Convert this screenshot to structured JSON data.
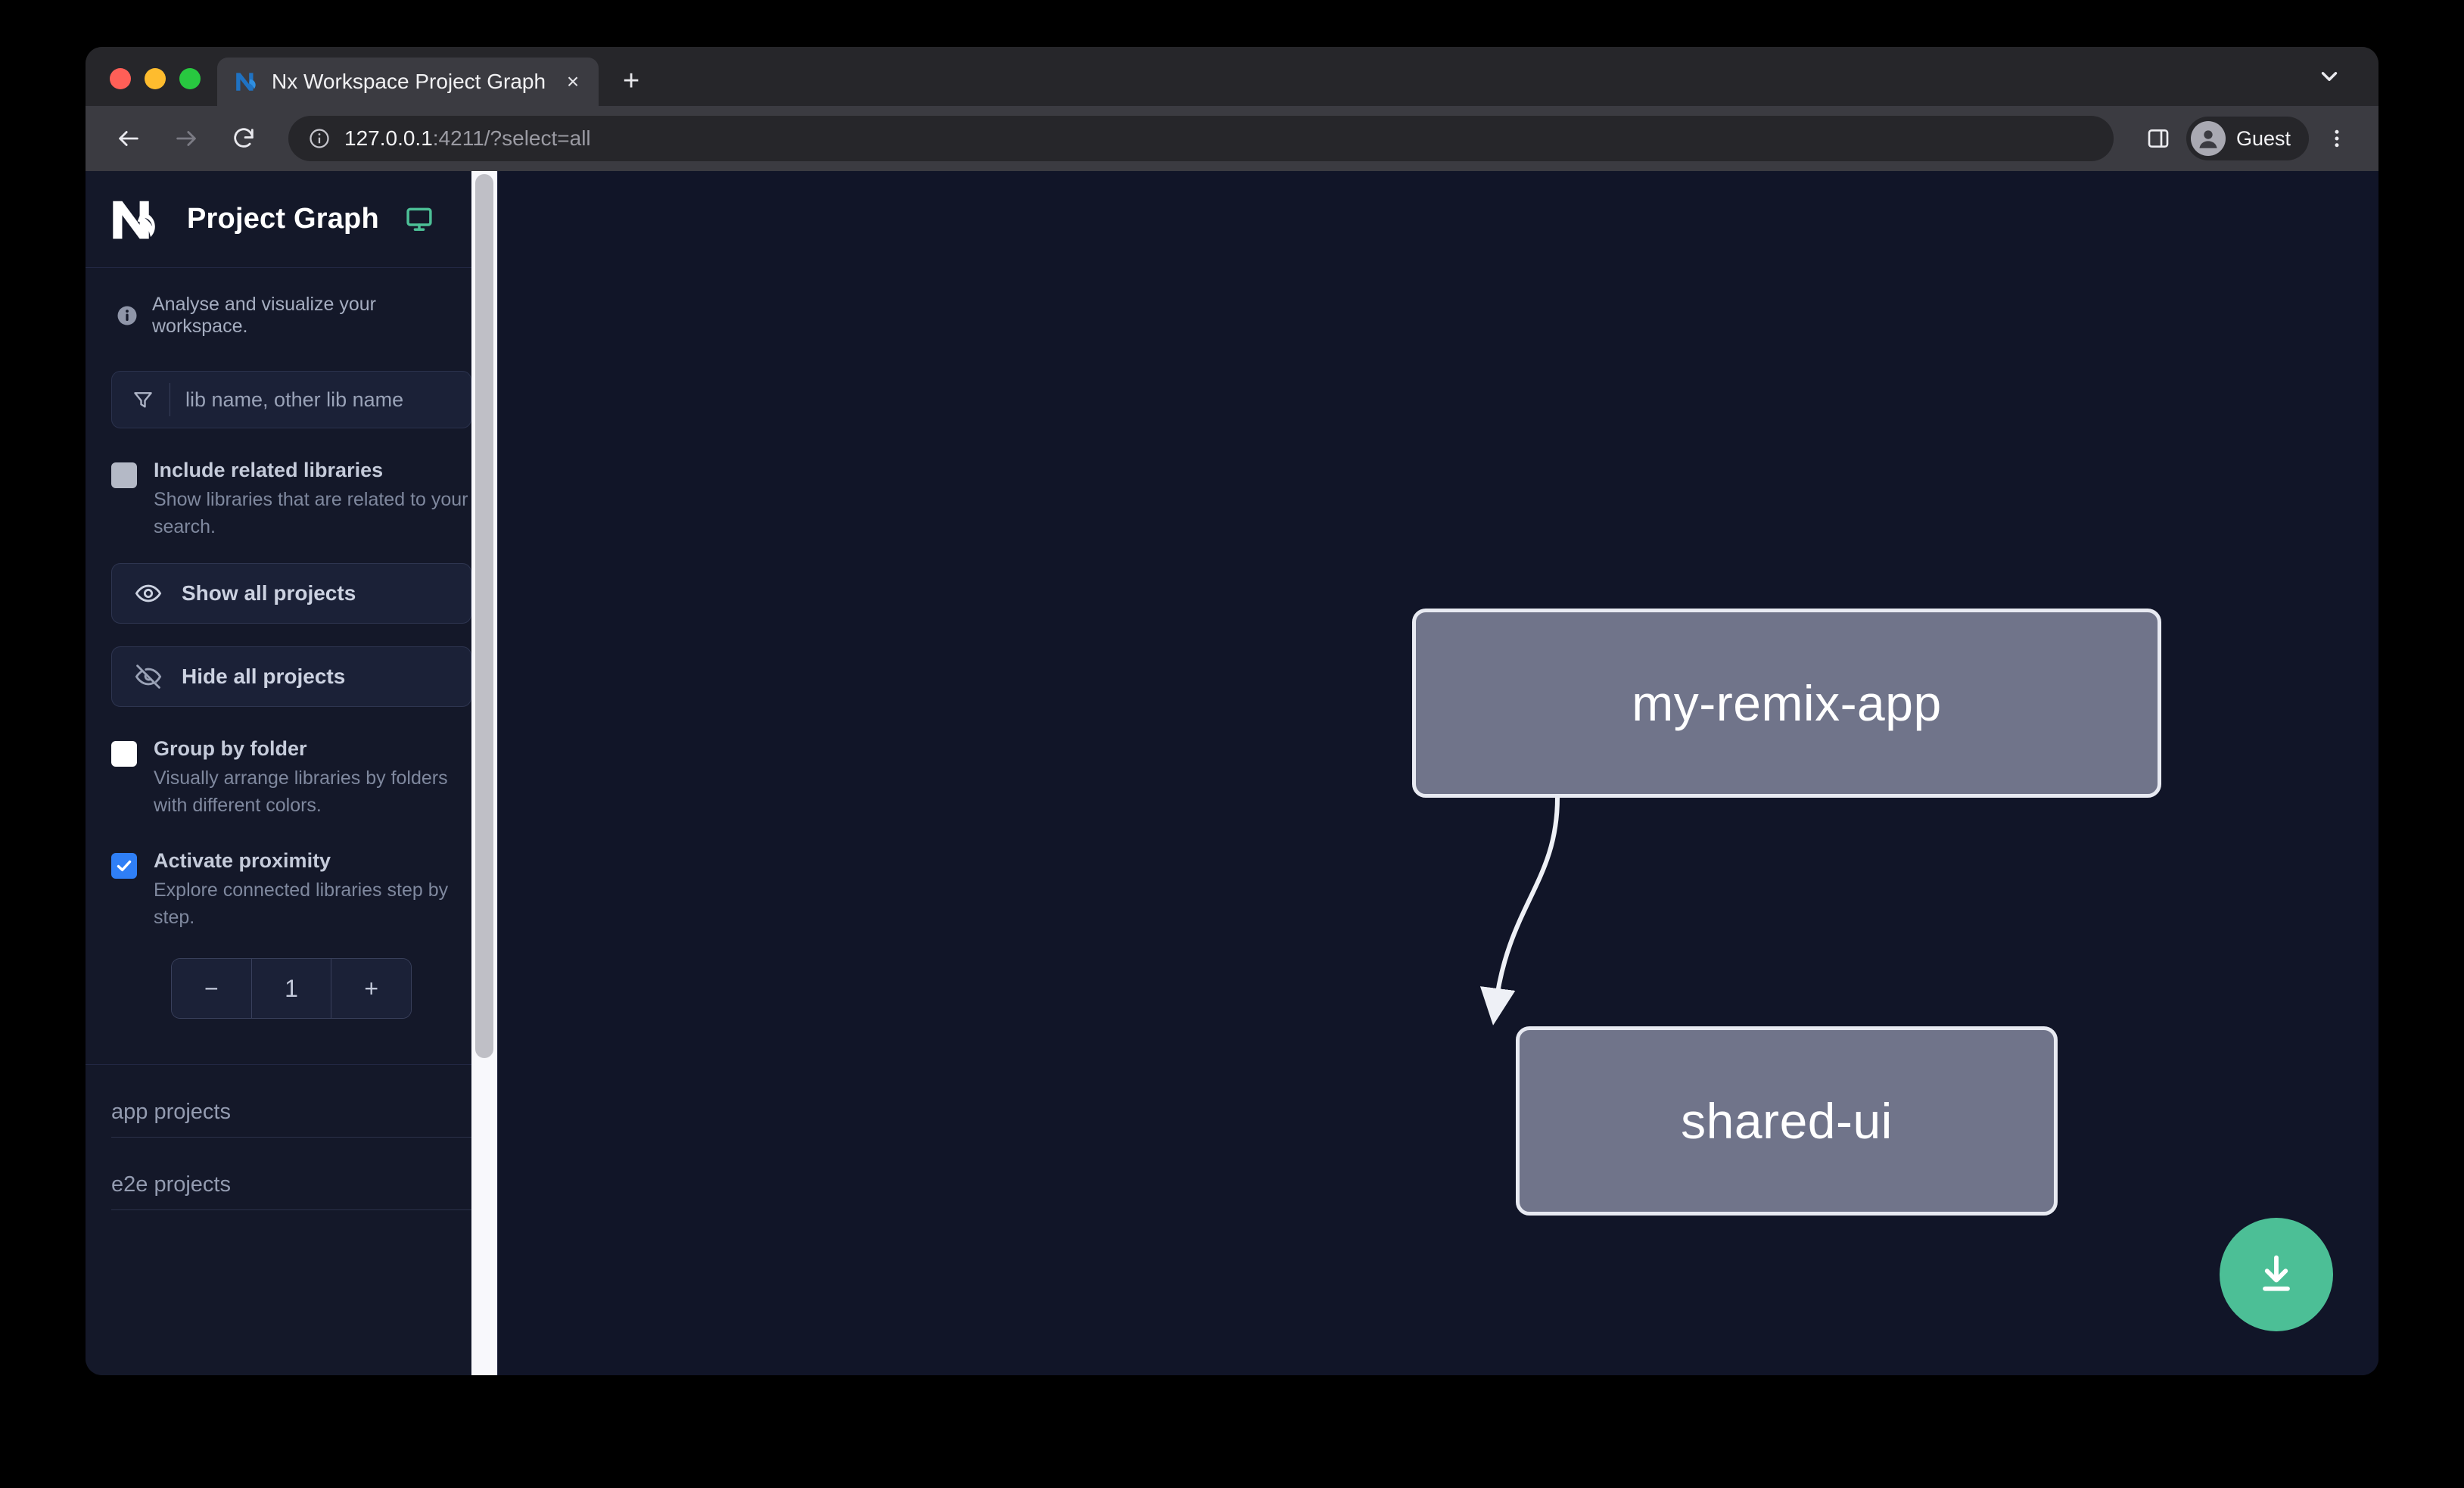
{
  "browser": {
    "tab": {
      "title": "Nx Workspace Project Graph",
      "favicon": "nx-favicon-icon",
      "close": "×"
    },
    "new_tab_label": "+",
    "toolbar": {
      "back": "←",
      "forward": "→",
      "reload": "↻",
      "url_host": "127.0.0.1",
      "url_rest": ":4211/?select=all",
      "full_url": "127.0.0.1:4211/?select=all",
      "profile_name": "Guest",
      "site_info_icon": "info-circle-icon",
      "side_panel_icon": "side-panel-icon",
      "menu_icon": "three-dot-menu-icon"
    },
    "tabstrip_chevron": "chevron-down-icon"
  },
  "sidebar": {
    "title": "Project Graph",
    "logo": "nx-logo-icon",
    "monitor_icon": "monitor-icon",
    "tagline": "Analyse and visualize your workspace.",
    "tagline_icon": "info-icon",
    "filter": {
      "placeholder": "lib name, other lib name",
      "value": "",
      "icon": "funnel-icon"
    },
    "options": [
      {
        "id": "include-related-libraries",
        "title": "Include related libraries",
        "desc": "Show libraries that are related to your search.",
        "state": "disabled"
      },
      {
        "id": "group-by-folder",
        "title": "Group by folder",
        "desc": "Visually arrange libraries by folders with different colors.",
        "state": "unchecked"
      },
      {
        "id": "activate-proximity",
        "title": "Activate proximity",
        "desc": "Explore connected libraries step by step.",
        "state": "checked"
      }
    ],
    "buttons": [
      {
        "id": "show-all-projects",
        "label": "Show all projects",
        "icon": "eye-icon"
      },
      {
        "id": "hide-all-projects",
        "label": "Hide all projects",
        "icon": "eye-slash-icon"
      }
    ],
    "stepper": {
      "decrement": "−",
      "value": "1",
      "increment": "+"
    },
    "groups": [
      {
        "id": "app-projects",
        "label": "app projects"
      },
      {
        "id": "e2e-projects",
        "label": "e2e projects"
      }
    ]
  },
  "graph": {
    "nodes": [
      {
        "id": "my-remix-app",
        "label": "my-remix-app"
      },
      {
        "id": "shared-ui",
        "label": "shared-ui"
      }
    ],
    "edges": [
      {
        "from": "my-remix-app",
        "to": "shared-ui"
      }
    ],
    "download_button": {
      "id": "download-graph",
      "icon": "download-icon"
    }
  },
  "colors": {
    "window_chrome": "#3b3b41",
    "tabstrip": "#26262a",
    "app_background": "#111528",
    "sidebar_background": "#141829",
    "node_fill": "#70748a",
    "node_border": "#e8eaf2",
    "accent_green": "#4cbf96",
    "accent_blue": "#2f7ff6",
    "monitor_green": "#4cbf96"
  }
}
